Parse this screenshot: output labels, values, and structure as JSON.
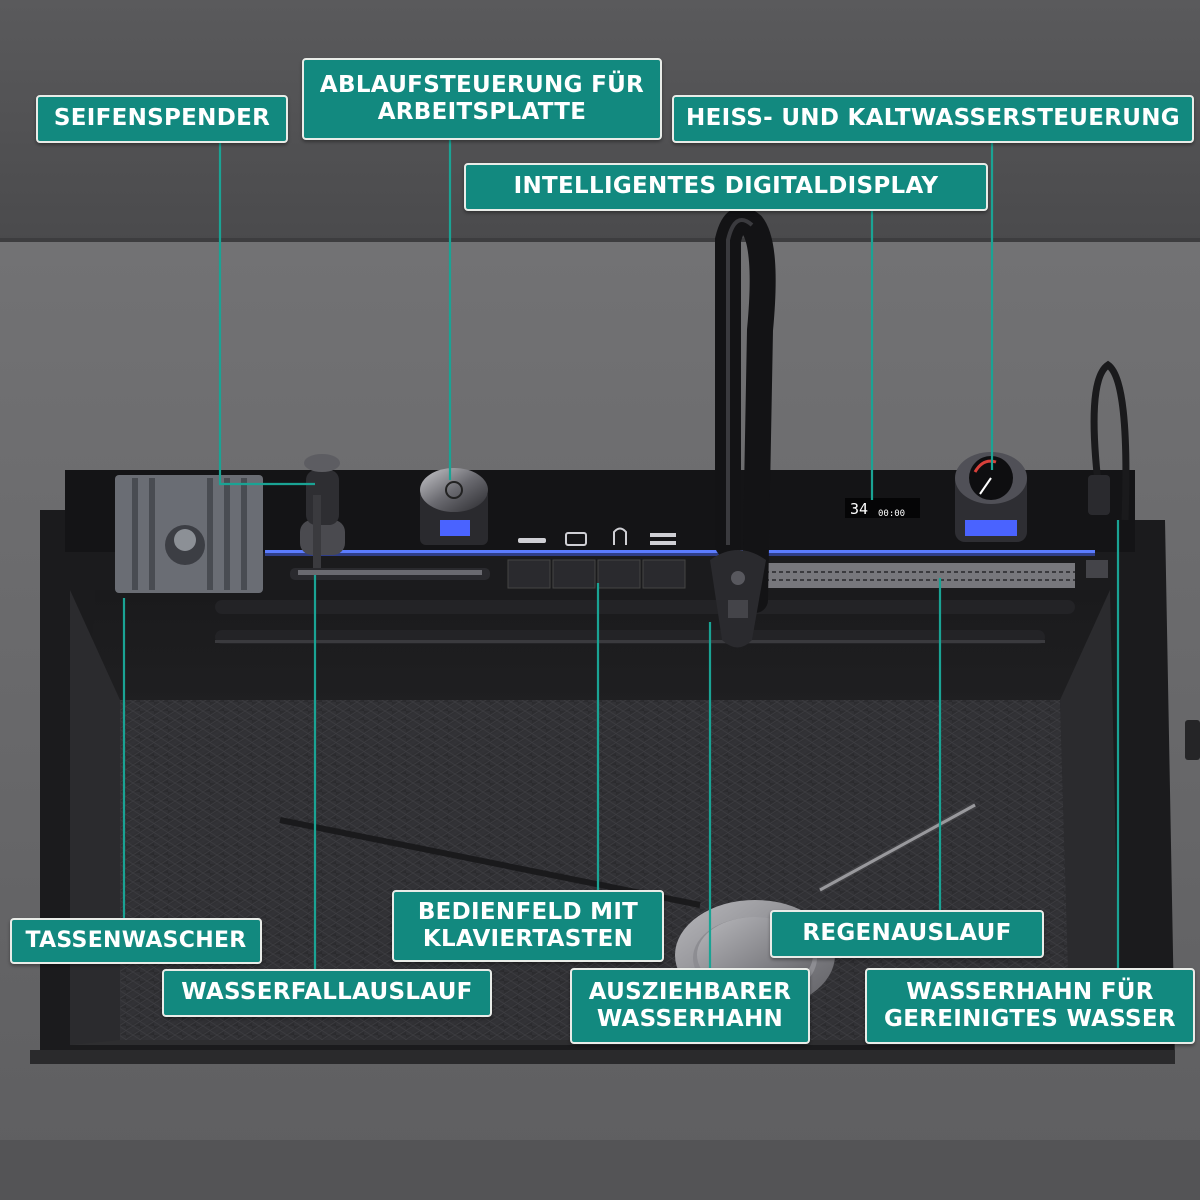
{
  "labels": {
    "seifenspender": "SEIFENSPENDER",
    "ablauf_line1": "ABLAUFSTEUERUNG FÜR",
    "ablauf_line2": "ARBEITSPLATTE",
    "heiss_kalt": "HEISS- UND KALTWASSERSTEUERUNG",
    "digitaldisplay": "INTELLIGENTES DIGITALDISPLAY",
    "tassenwascher": "TASSENWASCHER",
    "bedienfeld_line1": "BEDIENFELD MIT",
    "bedienfeld_line2": "KLAVIERTASTEN",
    "regenauslauf": "REGENAUSLAUF",
    "wasserfallauslauf": "WASSERFALLAUSLAUF",
    "ausziehbarer_line1": "AUSZIEHBARER",
    "ausziehbarer_line2": "WASSERHAHN",
    "gereinigt_line1": "WASSERHAHN FÜR",
    "gereinigt_line2": "GEREINIGTES WASSER"
  },
  "display": {
    "temperature": "34",
    "time": "00:00"
  },
  "colors": {
    "label_bg": "#12897f",
    "label_border": "#e9ece8",
    "leader_line": "#1aa394",
    "led_strip": "#5b7cff",
    "sink_body": "#1c1c1e"
  }
}
